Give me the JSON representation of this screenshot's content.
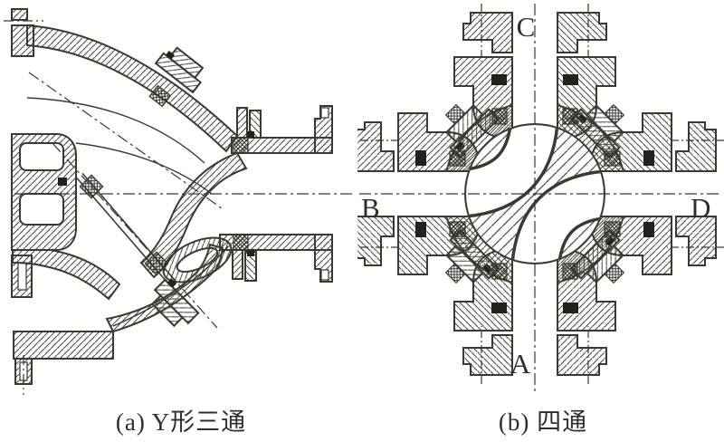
{
  "figures": [
    {
      "caption": "(a) Y形三通",
      "ports": []
    },
    {
      "caption": "(b) 四通",
      "ports": [
        {
          "text": "A",
          "position": "bottom"
        },
        {
          "text": "B",
          "position": "left"
        },
        {
          "text": "C",
          "position": "top"
        },
        {
          "text": "D",
          "position": "right"
        }
      ]
    }
  ],
  "colors": {
    "background": "#ffffff",
    "line": "#3a3a32",
    "hatch": "#4b4b41",
    "seal": "#22221c",
    "text": "#2f2f29"
  }
}
